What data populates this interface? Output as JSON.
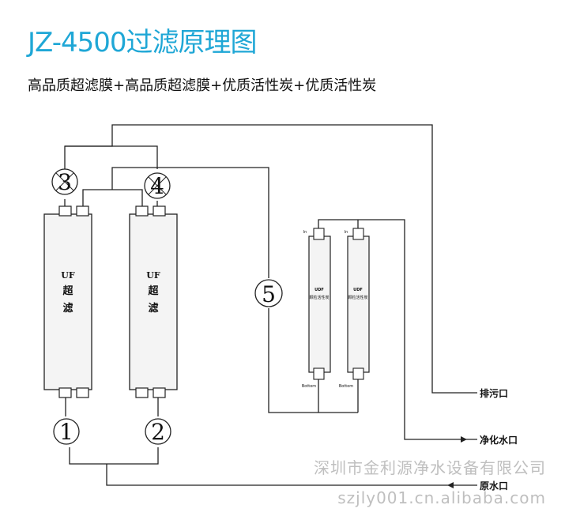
{
  "header": {
    "title": "JZ-4500过滤原理图",
    "subtitle": "高品质超滤膜+高品质超滤膜+优质活性炭+优质活性炭"
  },
  "diagram": {
    "uf_filters": [
      {
        "line1": "UF",
        "line2": "超",
        "line3": "滤"
      },
      {
        "line1": "UF",
        "line2": "超",
        "line3": "滤"
      }
    ],
    "carbon_filters": [
      {
        "name": "UDF",
        "desc": "颗粒活性炭",
        "top_label": "In",
        "bottom_label": "Bottom"
      },
      {
        "name": "UDF",
        "desc": "颗粒活性炭",
        "top_label": "In",
        "bottom_label": "Bottom"
      }
    ],
    "valves": [
      "1",
      "2",
      "3",
      "4",
      "5"
    ],
    "outlets": {
      "drain": "排污口",
      "purified": "净化水口",
      "raw": "原水口"
    },
    "line_color": "#222222",
    "filter_fill": "#f4f4f4"
  },
  "watermark": {
    "company": "深圳市金利源净水设备有限公司",
    "site": "szjly001.cn.alibaba.com"
  }
}
